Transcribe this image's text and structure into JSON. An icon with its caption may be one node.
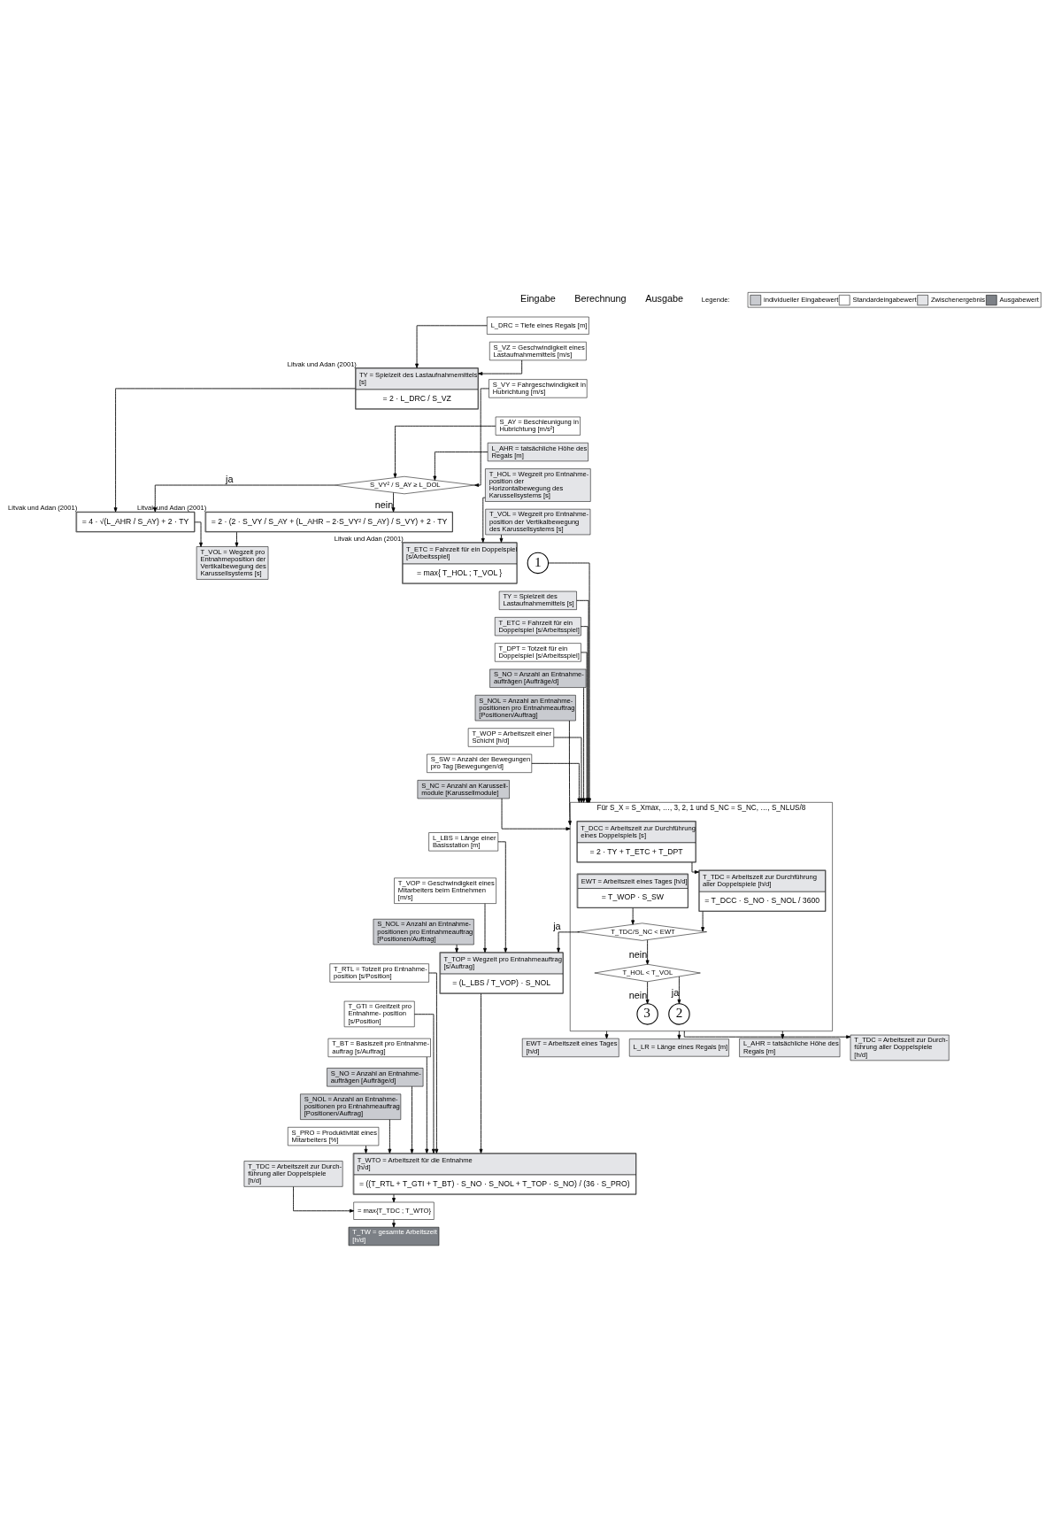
{
  "diagram": {
    "nodes": [
      {
        "text": [
          "L_DRC = Tiefe eines Regals [m]"
        ]
      },
      {
        "text": [
          "S_VZ = Geschwindigkeit eines Lastaufnahmemittels [m/s]"
        ]
      },
      {
        "text": [
          "TY = Spielzeit des Lastaufnahmemittels [s]",
          "= 2 · L_DRC / S_VZ"
        ],
        "beside": [
          "Litvak und Adan (2001)"
        ]
      },
      {
        "text": [
          "S_VY = Fahrgeschwindigkeit in Hubrichtung [m/s]"
        ]
      },
      {
        "text": [
          "S_AY = Beschleunigung in Hubrichtung [m/s²]"
        ]
      },
      {
        "text": [
          "L_AHR = tatsächliche Höhe des Regals [m]"
        ]
      },
      {
        "text": [
          "S_VY² / S_AY ≥ L_DOL"
        ]
      },
      {
        "text": [
          "= 4 · √(L_AHR / S_AY) + 2 · TY"
        ],
        "beside": [
          "Litvak und Adan (2001)"
        ]
      },
      {
        "text": [
          "= 2 · (2 · S_VY / S_AY + (L_AHR − 2·S_VY² / S_AY) / S_VY) + 2 · TY"
        ],
        "beside": [
          "Litvak und Adan (2001)"
        ]
      },
      {
        "text": [
          "T_VOL = Wegzeit pro Entnahmeposition der Vertikalbewegung des Karussellsystems [s]"
        ]
      },
      {
        "text": [
          "T_HOL = Wegzeit pro Entnahme- position der Horizontalbewegung des Karussellsystems [s]"
        ]
      },
      {
        "text": [
          "T_VOL = Wegzeit pro Entnahme- position der Vertikalbewegung des Karussellsystems [s]"
        ]
      },
      {
        "text": [
          "T_ETC = Fahrzeit für ein Doppelspiel [s/Arbeitsspiel]",
          "= max{ T_HOL ; T_VOL }"
        ],
        "beside": [
          "Litvak und Adan (2001)"
        ]
      },
      {
        "text": [
          "1"
        ]
      },
      {
        "text": [
          "Für S_X = S_Xmax, …, 3, 2, 1 und S_NC = S_NC, …, S_NLUS/8"
        ]
      },
      {
        "text": [
          "T_DCC = Arbeitszeit zur Durchführung eines Doppelspiels [s]",
          "= 2 · TY + T_ETC + T_DPT"
        ],
        "in": 14
      },
      {
        "text": [
          "T_TDC = Arbeitszeit zur Durchführung aller Doppelspiele [h/d]",
          "= T_DCC · S_NO · S_NOL / 3600"
        ],
        "in": 14
      },
      {
        "text": [
          "EWT = Arbeitszeit eines Tages [h/d]",
          "= T_WOP · S_SW"
        ],
        "in": 14
      },
      {
        "text": [
          "T_TDC/S_NC < EWT"
        ],
        "in": 14
      },
      {
        "text": [
          "T_HOL < T_VOL"
        ],
        "in": 14
      },
      {
        "text": [
          "3"
        ],
        "in": 14
      },
      {
        "text": [
          "2"
        ],
        "in": 14
      },
      {
        "text": [
          "TY = Spielzeit des Lastaufnahmemittels [s]"
        ]
      },
      {
        "text": [
          "T_ETC = Fahrzeit für ein Doppelspiel [s/Arbeitsspiel]"
        ]
      },
      {
        "text": [
          "T_DPT = Totzeit für ein Doppelspiel [s/Arbeitsspiel]"
        ]
      },
      {
        "text": [
          "S_NO = Anzahl an Entnahme- aufträgen [Aufträge/d]"
        ]
      },
      {
        "text": [
          "S_NOL = Anzahl an Entnahme- positionen pro Entnahmeauftrag [Positionen/Auftrag]"
        ]
      },
      {
        "text": [
          "T_WOP = Arbeitszeit einer Schicht [h/d]"
        ]
      },
      {
        "text": [
          "S_SW = Anzahl der Bewegungen pro Tag [Bewegungen/d]"
        ]
      },
      {
        "text": [
          "S_NC = Anzahl an Karussell- module [Karussellmodule]"
        ]
      },
      {
        "text": [
          "EWT = Arbeitszeit eines Tages [h/d]"
        ]
      },
      {
        "text": [
          "L_LR = Länge eines Regals [m]"
        ]
      },
      {
        "text": [
          "L_AHR = tatsächliche Höhe des Regals [m]"
        ]
      },
      {
        "text": [
          "T_TDC = Arbeitszeit zur Durch- führung aller Doppelspiele [h/d]"
        ]
      },
      {
        "text": [
          "T_TOP = Wegzeit pro Entnahmeauftrag [s/Auftrag]",
          "= (L_LBS / T_VOP) · S_NOL"
        ]
      },
      {
        "text": [
          "L_LBS = Länge einer Basisstation [m]"
        ]
      },
      {
        "text": [
          "T_VOP = Geschwindigkeit eines Mitarbeiters beim Entnehmen [m/s]"
        ]
      },
      {
        "text": [
          "S_NOL = Anzahl an Entnahme- positionen pro Entnahmeauftrag [Positionen/Auftrag]"
        ]
      },
      {
        "text": [
          "T_WTO = Arbeitszeit für die Entnahme [h/d]",
          "= ((T_RTL + T_GTI + T_BT) · S_NO · S_NOL + T_TOP · S_NO) / (36 · S_PRO)"
        ]
      },
      {
        "text": [
          "T_RTL = Totzeit pro Entnahme- position [s/Position]"
        ]
      },
      {
        "text": [
          "T_GTI = Greifzeit pro Entnahme- position [s/Position]"
        ]
      },
      {
        "text": [
          "T_BT = Basiszeit pro Entnahme- auftrag [s/Auftrag]"
        ]
      },
      {
        "text": [
          "S_NO = Anzahl an Entnahme- aufträgen [Aufträge/d]"
        ]
      },
      {
        "text": [
          "S_NOL = Anzahl an Entnahme- positionen pro Entnahmeauftrag [Positionen/Auftrag]"
        ]
      },
      {
        "text": [
          "S_PRO = Produktivität eines Mitarbeiters [%]"
        ]
      },
      {
        "text": [
          "T_TDC = Arbeitszeit zur Durch- führung aller Doppelspiele [h/d]"
        ]
      },
      {
        "text": [
          "= max{T_TDC ; T_WTO}"
        ]
      },
      {
        "text": [
          "T_TW = gesamte Arbeitszeit [h/d]"
        ]
      }
    ],
    "edges": [
      {
        "from": 0,
        "to": 2,
        "arrow": "to"
      },
      {
        "from": 1,
        "to": 2,
        "arrow": "to"
      },
      {
        "from": 2,
        "to": 7,
        "arrow": "to"
      },
      {
        "from": 3,
        "to": 6,
        "arrow": "to"
      },
      {
        "from": 4,
        "to": 6,
        "arrow": "to"
      },
      {
        "from": 5,
        "to": 6,
        "arrow": "to"
      },
      {
        "from": 6,
        "to": 7,
        "arrow": "to",
        "label": "ja"
      },
      {
        "from": 6,
        "to": 8,
        "arrow": "to",
        "label": "nein"
      },
      {
        "from": 7,
        "to": 9,
        "arrow": "to"
      },
      {
        "from": 8,
        "to": 9,
        "arrow": "to"
      },
      {
        "from": 10,
        "to": 12,
        "arrow": "to"
      },
      {
        "from": 11,
        "to": 12,
        "arrow": "to"
      },
      {
        "from": 13,
        "to": 14,
        "arrow": "to"
      },
      {
        "from": 22,
        "to": 14,
        "arrow": "to"
      },
      {
        "from": 23,
        "to": 14,
        "arrow": "to"
      },
      {
        "from": 24,
        "to": 14,
        "arrow": "to"
      },
      {
        "from": 25,
        "to": 14,
        "arrow": "to"
      },
      {
        "from": 26,
        "to": 14,
        "arrow": "to"
      },
      {
        "from": 27,
        "to": 14,
        "arrow": "to"
      },
      {
        "from": 28,
        "to": 14,
        "arrow": "to"
      },
      {
        "from": 29,
        "to": 14,
        "arrow": "to"
      },
      {
        "from": 15,
        "to": 16,
        "arrow": "to"
      },
      {
        "from": 16,
        "to": 18,
        "arrow": "to"
      },
      {
        "from": 17,
        "to": 18,
        "arrow": "to"
      },
      {
        "from": 18,
        "to": 19,
        "arrow": "to",
        "label": "nein"
      },
      {
        "from": 19,
        "to": 20,
        "arrow": "to",
        "label": "nein"
      },
      {
        "from": 19,
        "to": 21,
        "arrow": "to",
        "label": "ja"
      },
      {
        "from": 14,
        "to": 30,
        "arrow": "to"
      },
      {
        "from": 14,
        "to": 31,
        "arrow": "to"
      },
      {
        "from": 14,
        "to": 32,
        "arrow": "to"
      },
      {
        "from": 14,
        "to": 33,
        "arrow": "to"
      },
      {
        "from": 18,
        "to": 34,
        "arrow": "to",
        "label": "ja"
      },
      {
        "from": 35,
        "to": 34,
        "arrow": "to"
      },
      {
        "from": 36,
        "to": 34,
        "arrow": "to"
      },
      {
        "from": 37,
        "to": 34,
        "arrow": "to"
      },
      {
        "from": 34,
        "to": 38,
        "arrow": "to"
      },
      {
        "from": 39,
        "to": 38,
        "arrow": "to"
      },
      {
        "from": 40,
        "to": 38,
        "arrow": "to"
      },
      {
        "from": 41,
        "to": 38,
        "arrow": "to"
      },
      {
        "from": 42,
        "to": 38,
        "arrow": "to"
      },
      {
        "from": 43,
        "to": 38,
        "arrow": "to"
      },
      {
        "from": 44,
        "to": 38,
        "arrow": "to"
      },
      {
        "from": 38,
        "to": 46,
        "arrow": "to"
      },
      {
        "from": 45,
        "to": 46,
        "arrow": "to"
      },
      {
        "from": 46,
        "to": 47,
        "arrow": "to"
      }
    ],
    "labels": [
      "Eingabe",
      "Berechnung",
      "Ausgabe",
      "Legende:"
    ],
    "legend": [
      {
        "text": "individueller Eingabewert",
        "color": "#c9cbd0"
      },
      {
        "text": "Standardeingabewert",
        "color": "#ffffff"
      },
      {
        "text": "Zwischenergebnis",
        "color": "#e4e5e8"
      },
      {
        "text": "Ausgabewert",
        "color": "#7c8086"
      }
    ]
  }
}
